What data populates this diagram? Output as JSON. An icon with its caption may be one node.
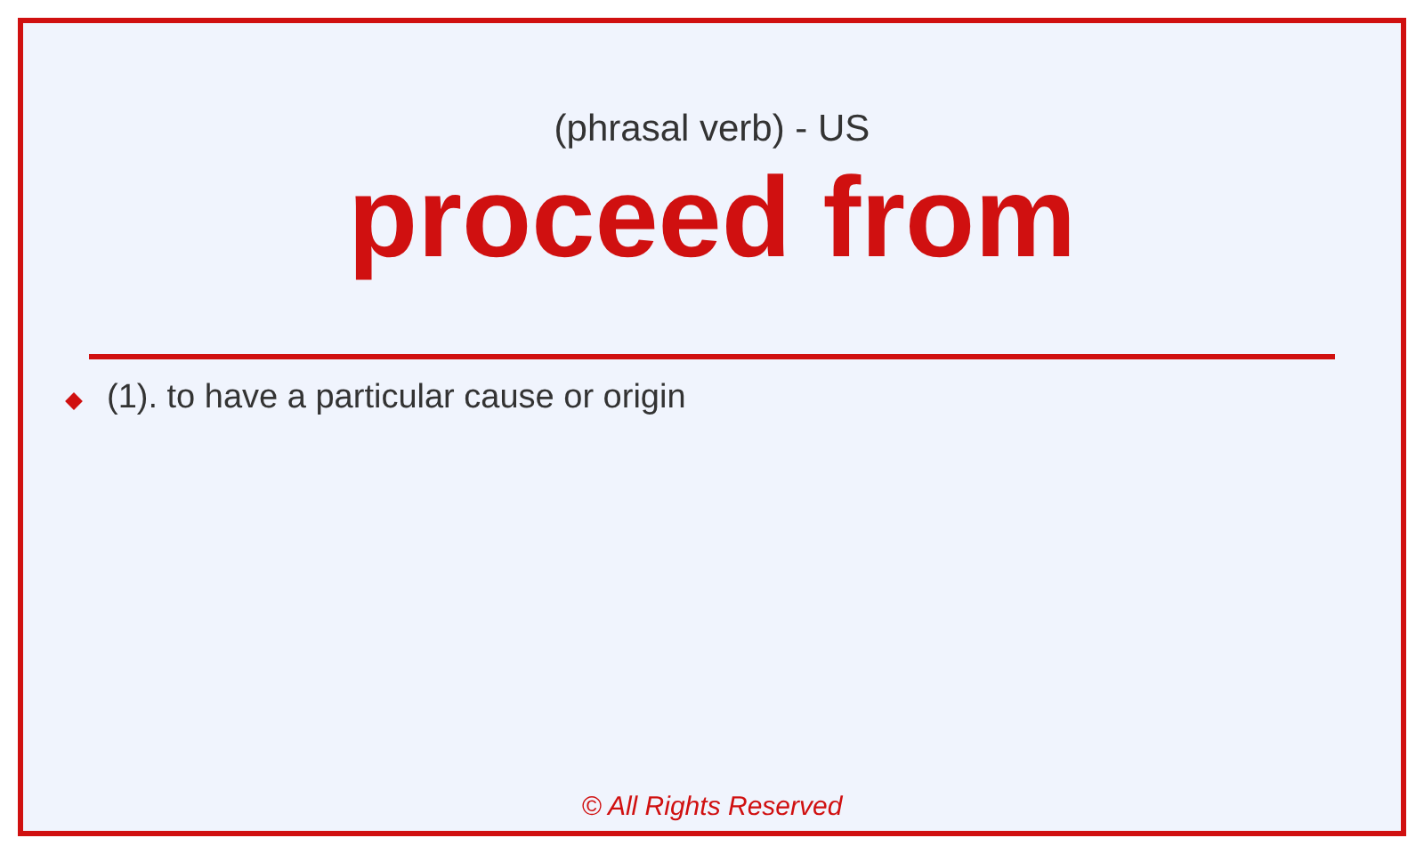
{
  "diagram": {
    "title": "proceed from",
    "labels": [
      "(phrasal verb) - US",
      "(1). to have a particular cause or origin",
      "© All Rights Reserved"
    ]
  }
}
